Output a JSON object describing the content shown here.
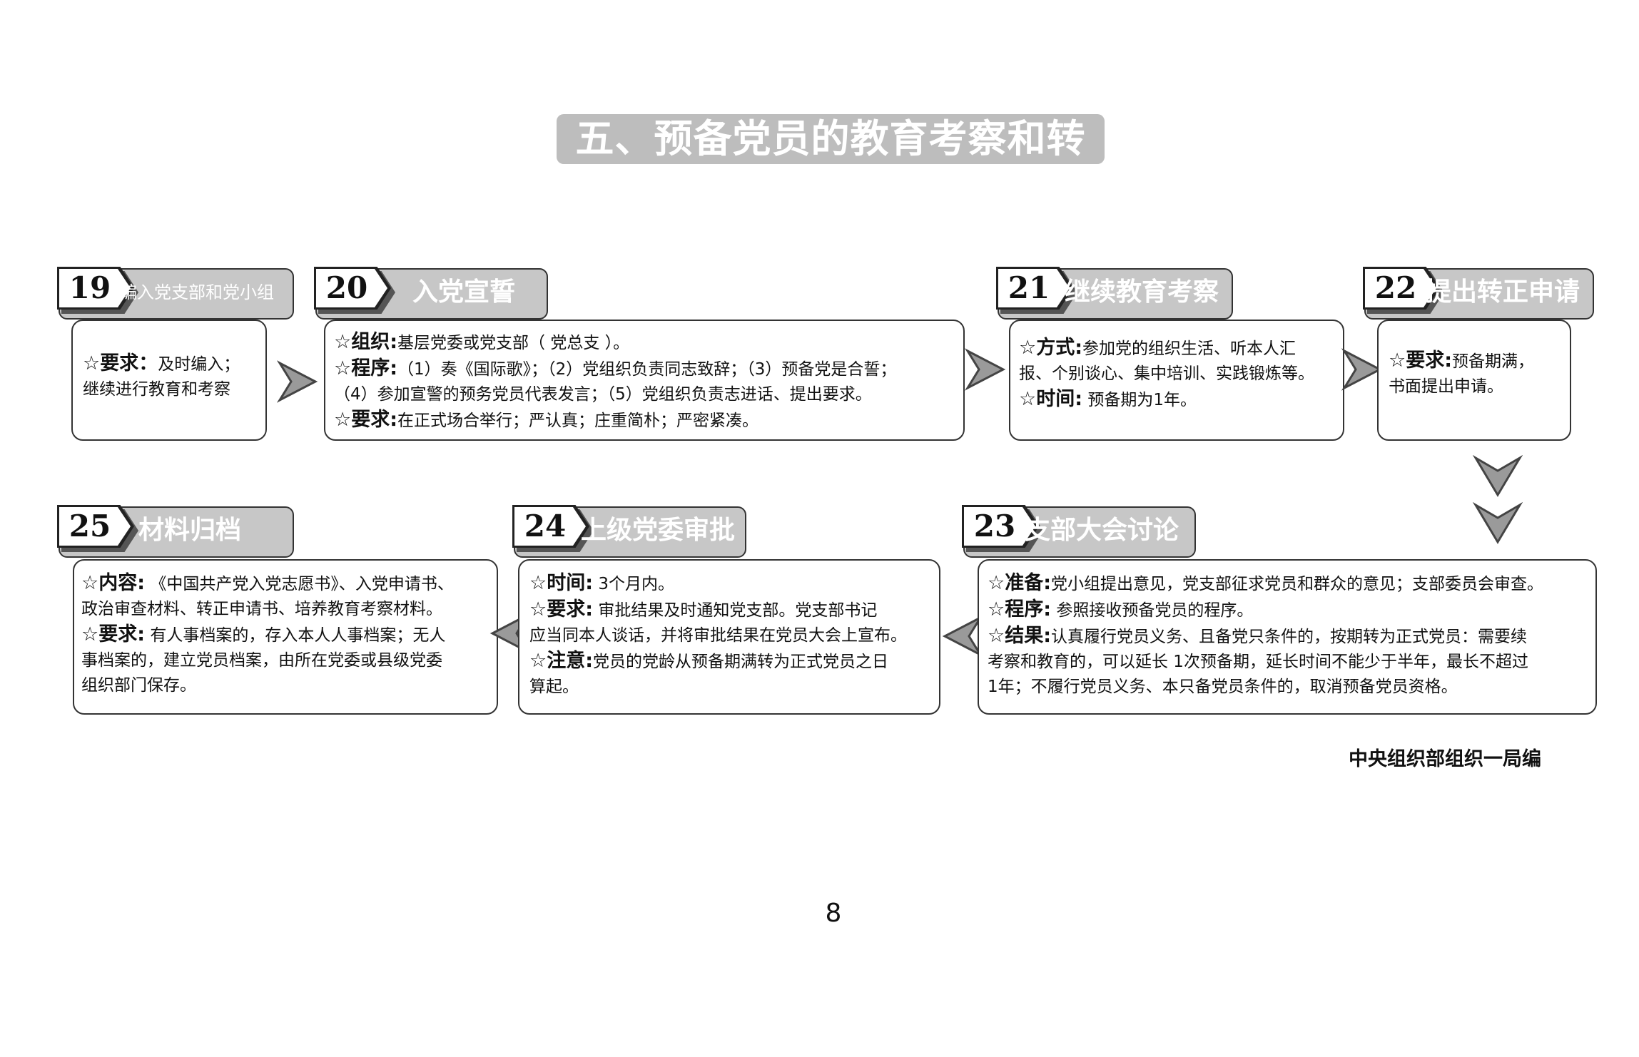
{
  "title": "五、预备党员的教育考察和转正",
  "steps": [
    {
      "num": "19",
      "label": "编入党支部和党小组",
      "lines": [
        {
          "k": "☆要求：",
          "t": "及时编入；"
        },
        {
          "k": "",
          "t": "继续进行教育和考察"
        }
      ]
    },
    {
      "num": "20",
      "label": "入党宣誓",
      "lines": [
        {
          "k": "☆组织:",
          "t": "基层党委或党支部（ 党总支 ）。"
        },
        {
          "k": "☆程序:",
          "t": "（1）奏《国际歌》；（2）党组织负责同志致辞；（3）预备党是合誓；"
        },
        {
          "k": "",
          "t": "（4）参加宣警的预务党员代表发言；（5）党组织负责志进话、提出要求。"
        },
        {
          "k": "☆要求:",
          "t": "在正式场合举行；严认真；庄重简朴；严密紧凑。"
        }
      ]
    },
    {
      "num": "21",
      "label": "继续教育考察",
      "lines": [
        {
          "k": "☆方式:",
          "t": "参加党的组织生活、听本人汇"
        },
        {
          "k": "",
          "t": "报、个别谈心、集中培训、实践锻炼等。"
        },
        {
          "k": "☆时间:",
          "t": "  预备期为1年。"
        }
      ]
    },
    {
      "num": "22",
      "label": "提出转正申请",
      "lines": [
        {
          "k": "☆要求:",
          "t": "预备期满，"
        },
        {
          "k": "",
          "t": "书面提出申请。"
        }
      ]
    },
    {
      "num": "23",
      "label": "支部大会讨论",
      "lines": [
        {
          "k": "☆准备:",
          "t": "党小组提出意见，党支部征求党员和群众的意见；支部委员会审查。"
        },
        {
          "k": "☆程序:",
          "t": " 参照接收预备党员的程序。"
        },
        {
          "k": "☆结果:",
          "t": "认真履行党员义务、且备党只条件的，按期转为正式党员：需要续"
        },
        {
          "k": "",
          "t": "考察和教育的，可以延长 1次预备期，延长时间不能少于半年，最长不超过"
        },
        {
          "k": "",
          "t": "1年；不履行党员义务、本只备党员条件的，取消预备党员资格。"
        }
      ]
    },
    {
      "num": "24",
      "label": "上级党委审批",
      "lines": [
        {
          "k": "☆时间:",
          "t": " 3个月内。"
        },
        {
          "k": "☆要求:",
          "t": " 审批结果及时通知党支部。党支部书记"
        },
        {
          "k": "",
          "t": "应当同本人谈话，并将审批结果在党员大会上宣布。"
        },
        {
          "k": "☆注意:",
          "t": "党员的党龄从预备期满转为正式党员之日"
        },
        {
          "k": "",
          "t": "算起。"
        }
      ]
    },
    {
      "num": "25",
      "label": "材料归档",
      "lines": [
        {
          "k": "☆内容:",
          "t": " 《中国共产党入党志愿书》、入党申请书、"
        },
        {
          "k": "",
          "t": "政治审查材料、转正申请书、培养教育考察材料。"
        },
        {
          "k": "☆要求:",
          "t": " 有人事档案的，存入本人人事档案；无人"
        },
        {
          "k": "",
          "t": "事档案的，建立党员档案，由所在党委或县级党委"
        },
        {
          "k": "",
          "t": "组织部门保存。"
        }
      ]
    }
  ],
  "footer": "中央组织部组织一局编",
  "page_number": "8"
}
